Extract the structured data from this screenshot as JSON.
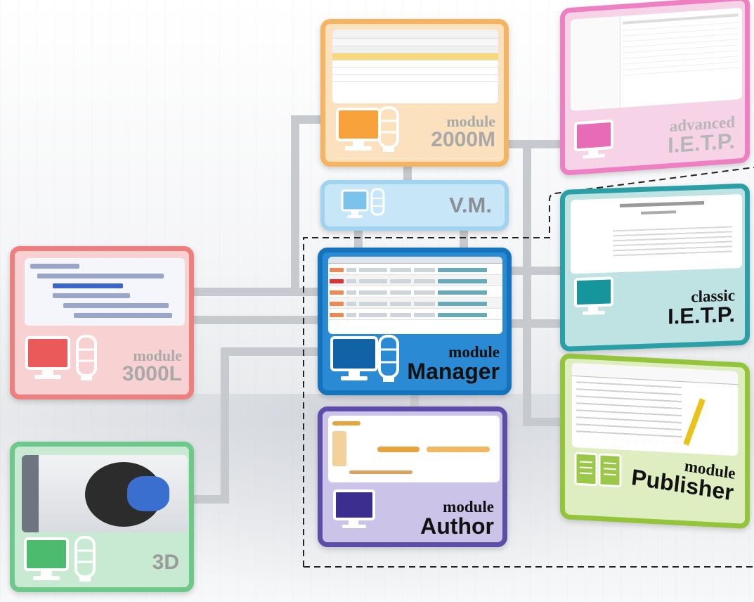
{
  "modules": {
    "m2000": {
      "small": "module",
      "big": "2000M"
    },
    "vm": {
      "big": "V.M."
    },
    "advanced": {
      "small": "advanced",
      "big": "I.E.T.P."
    },
    "classic": {
      "small": "classic",
      "big": "I.E.T.P."
    },
    "m3000": {
      "small": "module",
      "big": "3000L"
    },
    "manager": {
      "small": "module",
      "big": "Manager"
    },
    "publisher": {
      "small": "module",
      "big": "Publisher"
    },
    "author": {
      "small": "module",
      "big": "Author"
    },
    "threeD": {
      "big": "3D"
    }
  },
  "colors": {
    "orange": "#f5a94c",
    "light_blue": "#8ec8ec",
    "pink": "#e668b4",
    "teal": "#1f9aa2",
    "red": "#ea5c5c",
    "blue": "#1a7cc4",
    "green_yellow": "#8bbf2a",
    "purple": "#5b4aa6",
    "green": "#58c07a",
    "connector": "#c5c8cc"
  },
  "icons": [
    "monitor-icon",
    "tower-icon",
    "document-icon"
  ]
}
